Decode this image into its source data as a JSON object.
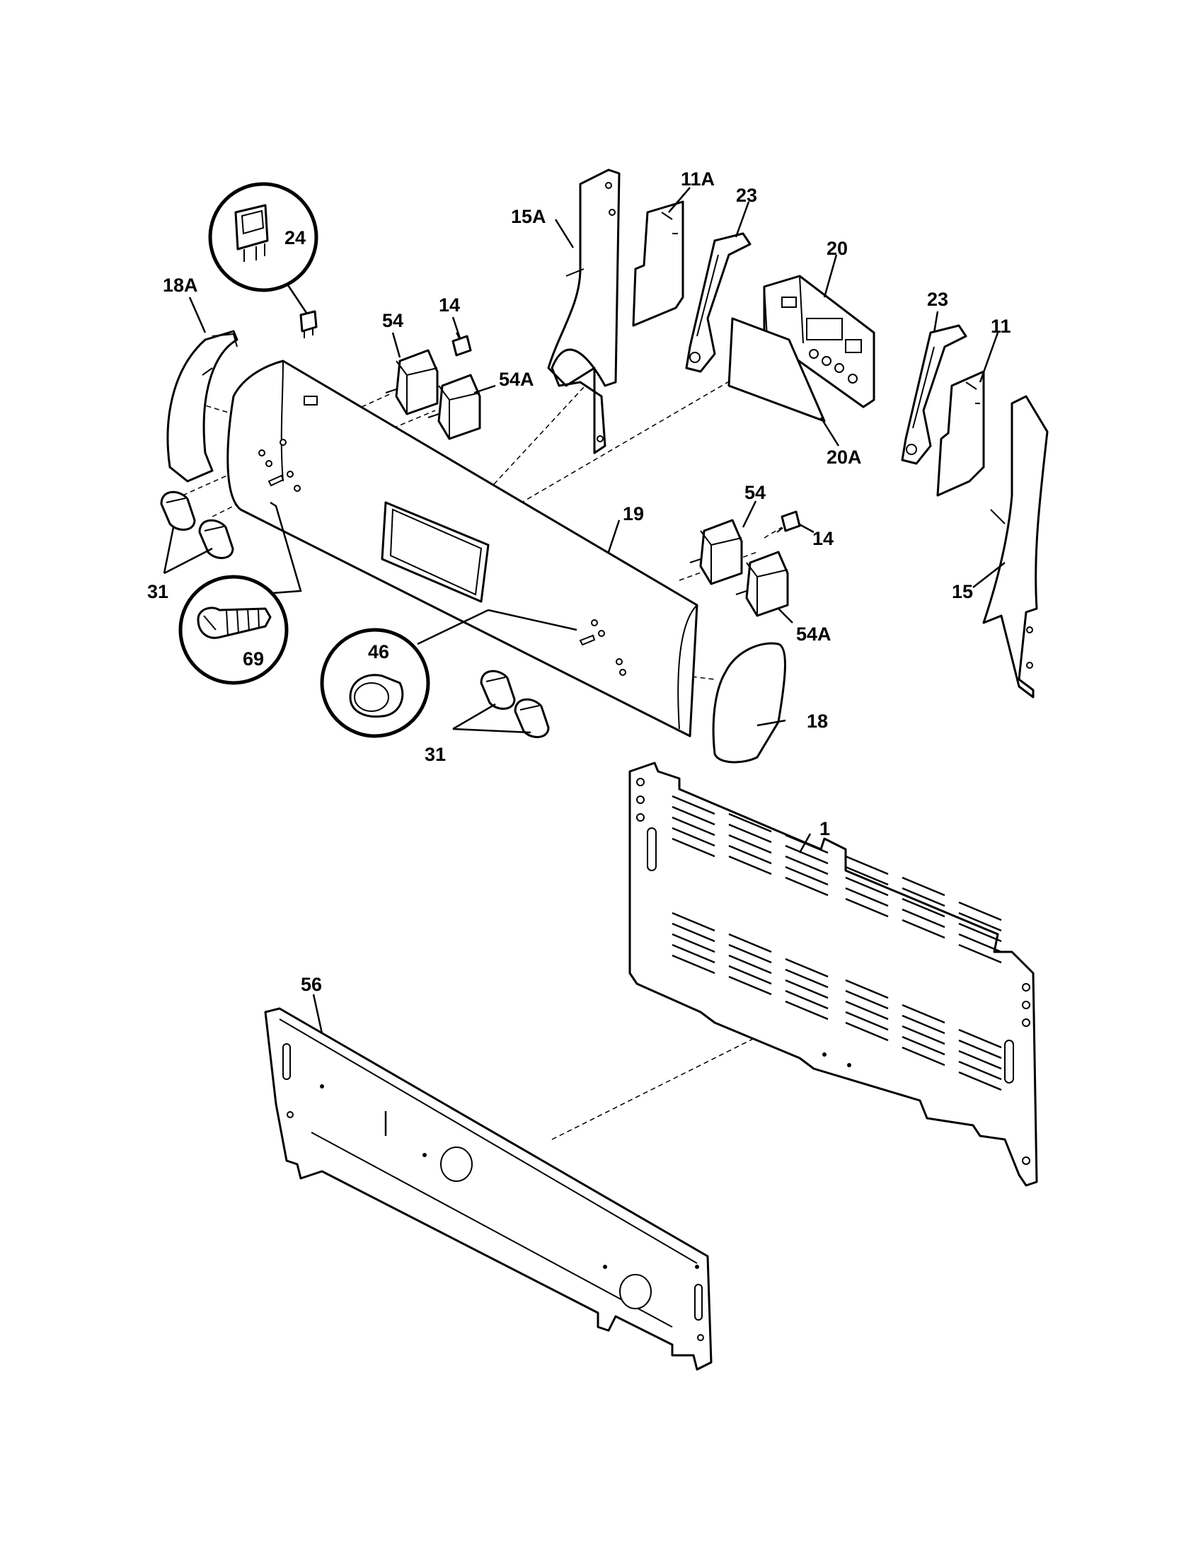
{
  "labels": {
    "p24": "24",
    "p18A": "18A",
    "p54_top": "54",
    "p14_top": "14",
    "p54A_top": "54A",
    "p15A": "15A",
    "p11A": "11A",
    "p23_left": "23",
    "p20": "20",
    "p23_right": "23",
    "p11": "11",
    "p20A": "20A",
    "p19": "19",
    "p54_right": "54",
    "p14_right": "14",
    "p15": "15",
    "p54A_right": "54A",
    "p31_left": "31",
    "p69": "69",
    "p46": "46",
    "p31_center": "31",
    "p18": "18",
    "p1": "1",
    "p56": "56"
  }
}
